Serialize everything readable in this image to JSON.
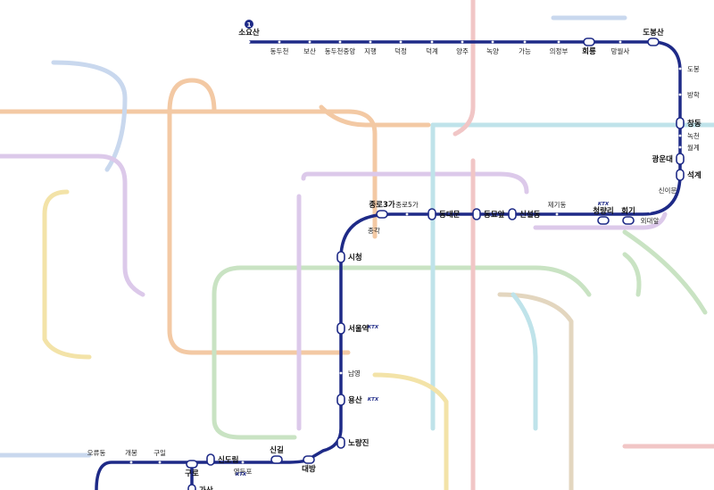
{
  "line": {
    "number": "1",
    "color": "#1e2a87",
    "transfer_fill": "#ffffff",
    "faded_line_colors": [
      "#f3c9a4",
      "#c9d8ee",
      "#c9e3c3",
      "#dcc9ea",
      "#f3e3a8",
      "#bfe3ea",
      "#f1c6c6",
      "#e3d6bf"
    ]
  },
  "stations": [
    {
      "name": "소요산",
      "major": true
    },
    {
      "name": "동두천",
      "major": false
    },
    {
      "name": "보산",
      "major": false
    },
    {
      "name": "동두천중앙",
      "major": false
    },
    {
      "name": "지행",
      "major": false
    },
    {
      "name": "덕정",
      "major": false
    },
    {
      "name": "덕계",
      "major": false
    },
    {
      "name": "양주",
      "major": false
    },
    {
      "name": "녹양",
      "major": false
    },
    {
      "name": "가능",
      "major": false
    },
    {
      "name": "의정부",
      "major": false
    },
    {
      "name": "회룡",
      "major": true
    },
    {
      "name": "망월사",
      "major": false
    },
    {
      "name": "도봉산",
      "major": true
    },
    {
      "name": "도봉",
      "major": false
    },
    {
      "name": "방학",
      "major": false
    },
    {
      "name": "창동",
      "major": true
    },
    {
      "name": "녹천",
      "major": false
    },
    {
      "name": "월계",
      "major": false
    },
    {
      "name": "광운대",
      "major": true
    },
    {
      "name": "석계",
      "major": true
    },
    {
      "name": "신이문",
      "major": false
    },
    {
      "name": "외대앞",
      "major": false
    },
    {
      "name": "회기",
      "major": true
    },
    {
      "name": "청량리",
      "major": true
    },
    {
      "name": "제기동",
      "major": false
    },
    {
      "name": "신설동",
      "major": true
    },
    {
      "name": "동묘앞",
      "major": true
    },
    {
      "name": "동대문",
      "major": true
    },
    {
      "name": "종로5가",
      "major": false
    },
    {
      "name": "종로3가",
      "major": true
    },
    {
      "name": "종각",
      "major": false
    },
    {
      "name": "시청",
      "major": true
    },
    {
      "name": "서울역",
      "major": true
    },
    {
      "name": "남영",
      "major": false
    },
    {
      "name": "용산",
      "major": true
    },
    {
      "name": "노량진",
      "major": true
    },
    {
      "name": "대방",
      "major": true
    },
    {
      "name": "신길",
      "major": true
    },
    {
      "name": "영등포",
      "major": false
    },
    {
      "name": "신도림",
      "major": true
    },
    {
      "name": "구로",
      "major": true
    },
    {
      "name": "구일",
      "major": false
    },
    {
      "name": "개봉",
      "major": false
    },
    {
      "name": "오류동",
      "major": false
    },
    {
      "name": "가산",
      "major": true
    }
  ],
  "badges": {
    "ktx": "KTX"
  }
}
